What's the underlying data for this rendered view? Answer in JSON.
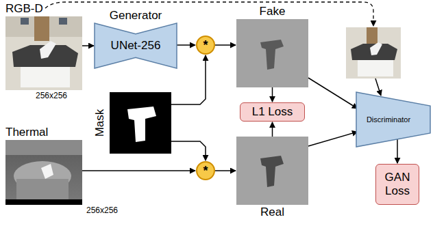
{
  "diagram": {
    "nodes": [
      {
        "text": [
          "RGB-D",
          "256x256"
        ]
      },
      {
        "text": [
          "Generator",
          "UNet-256"
        ]
      },
      {
        "text": [
          "*"
        ]
      },
      {
        "text": [
          "Mask"
        ]
      },
      {
        "text": [
          "Thermal",
          "256x256"
        ]
      },
      {
        "text": [
          "*"
        ]
      },
      {
        "text": [
          "Fake"
        ]
      },
      {
        "text": [
          "Real"
        ]
      },
      {
        "text": [
          "L1 Loss"
        ]
      },
      {
        "text": [
          "Discriminator"
        ]
      },
      {
        "text": [
          "GAN Loss"
        ]
      }
    ],
    "edges": [
      {
        "from": 0,
        "to": 1,
        "arrow": "to"
      },
      {
        "from": 1,
        "to": 2,
        "arrow": "to"
      },
      {
        "from": 3,
        "to": 2,
        "arrow": "to"
      },
      {
        "from": 3,
        "to": 5,
        "arrow": "to"
      },
      {
        "from": 4,
        "to": 5,
        "arrow": "to"
      },
      {
        "from": 2,
        "to": 6,
        "arrow": "to"
      },
      {
        "from": 5,
        "to": 7,
        "arrow": "to"
      },
      {
        "from": 6,
        "to": 8,
        "arrow": "to"
      },
      {
        "from": 7,
        "to": 8,
        "arrow": "to"
      },
      {
        "from": 6,
        "to": 9,
        "arrow": "to"
      },
      {
        "from": 7,
        "to": 9,
        "arrow": "to"
      },
      {
        "from": 9,
        "to": 10,
        "arrow": "to"
      }
    ]
  }
}
